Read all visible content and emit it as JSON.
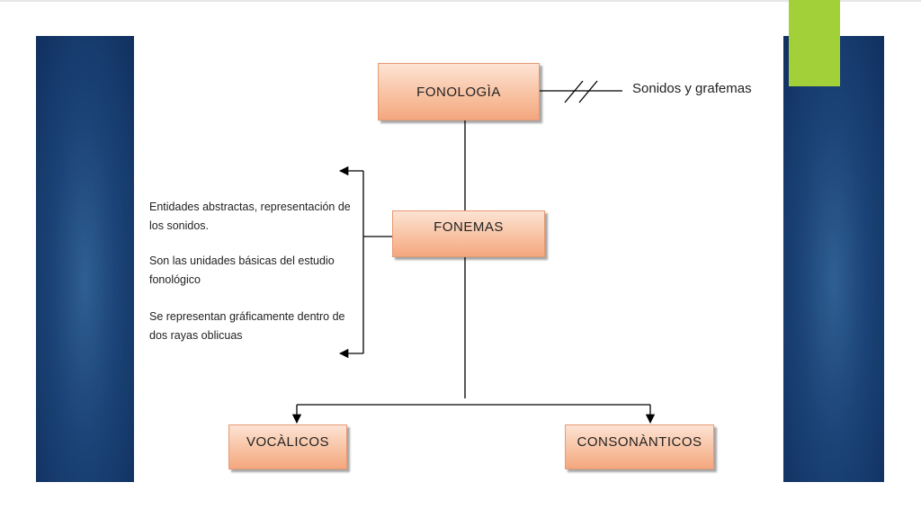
{
  "nodes": {
    "fonologia": "FONOLOGÌA",
    "fonemas": "FONEMAS",
    "vocalicos": "VOCÀLICOS",
    "consonanticos": "CONSONÀNTICOS"
  },
  "side_label": "Sonidos y grafemas",
  "descriptions": [
    "Entidades abstractas, representación de los sonidos.",
    "Son las unidades básicas del estudio fonológico",
    "Se representan gráficamente dentro de dos rayas oblicuas"
  ],
  "colors": {
    "panel_blue": "#1c4478",
    "accent_green": "#a2d038",
    "node_fill": "#f8c2a2",
    "node_border": "#e59a73"
  }
}
